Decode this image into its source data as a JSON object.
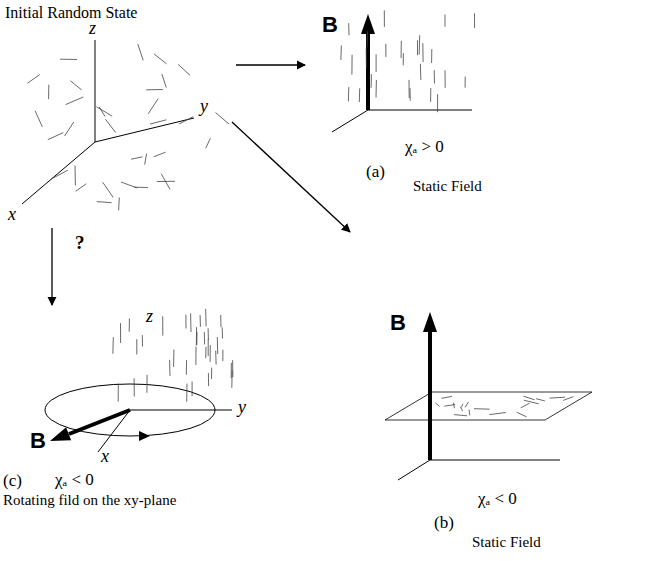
{
  "diagram": {
    "labels": [
      "Initial Random State",
      "z",
      "y",
      "x",
      "B",
      "χₐ > 0",
      "(a)",
      "Static Field",
      "?",
      "z",
      "y",
      "x",
      "B",
      "(c)",
      "χₐ < 0",
      "Rotating fild on the xy-plane",
      "B",
      "χₐ < 0",
      "(b)",
      "Static Field"
    ]
  }
}
